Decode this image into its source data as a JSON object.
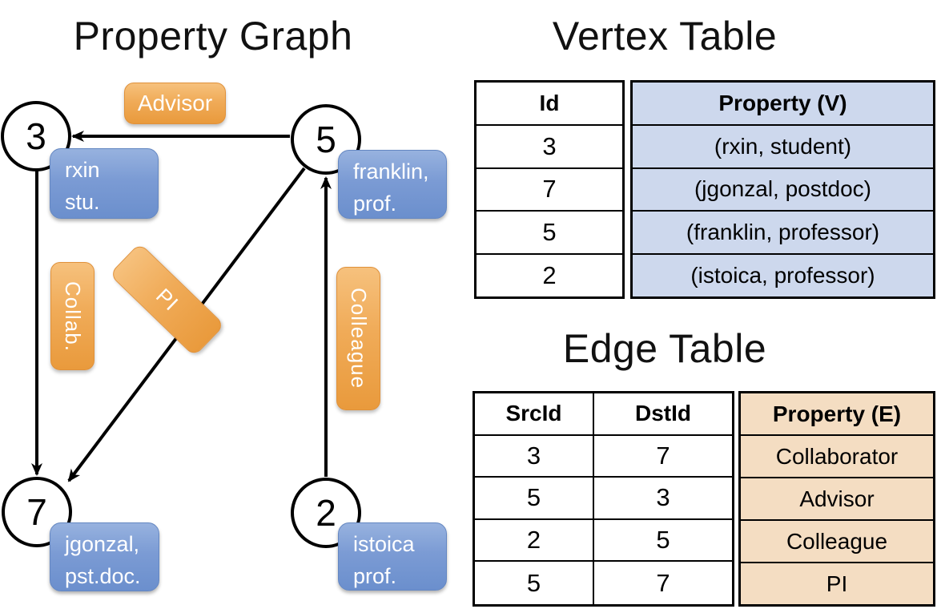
{
  "graph": {
    "title": "Property Graph",
    "nodes": [
      {
        "id": "3",
        "line1": "rxin",
        "line2": "stu."
      },
      {
        "id": "5",
        "line1": "franklin,",
        "line2": "prof."
      },
      {
        "id": "7",
        "line1": "jgonzal,",
        "line2": "pst.doc."
      },
      {
        "id": "2",
        "line1": "istoica",
        "line2": "prof."
      }
    ],
    "edges": [
      {
        "src": "5",
        "dst": "3",
        "label": "Advisor"
      },
      {
        "src": "3",
        "dst": "7",
        "label": "Collab."
      },
      {
        "src": "5",
        "dst": "7",
        "label": "PI"
      },
      {
        "src": "2",
        "dst": "5",
        "label": "Colleague"
      }
    ]
  },
  "vertex_table": {
    "title": "Vertex Table",
    "columns": {
      "id": "Id",
      "property": "Property (V)"
    },
    "rows": [
      {
        "id": "3",
        "property": "(rxin, student)"
      },
      {
        "id": "7",
        "property": "(jgonzal, postdoc)"
      },
      {
        "id": "5",
        "property": "(franklin, professor)"
      },
      {
        "id": "2",
        "property": "(istoica, professor)"
      }
    ]
  },
  "edge_table": {
    "title": "Edge Table",
    "columns": {
      "src": "SrcId",
      "dst": "DstId",
      "property": "Property (E)"
    },
    "rows": [
      {
        "src": "3",
        "dst": "7",
        "property": "Collaborator"
      },
      {
        "src": "5",
        "dst": "3",
        "property": "Advisor"
      },
      {
        "src": "2",
        "dst": "5",
        "property": "Colleague"
      },
      {
        "src": "5",
        "dst": "7",
        "property": "PI"
      }
    ]
  },
  "colors": {
    "edge_label_orange": "#E99A3C",
    "vertex_label_blue": "#6B8FCD",
    "vertex_property_fill": "#CDD8ED",
    "edge_property_fill": "#F4DDC2",
    "line_black": "#000000"
  }
}
